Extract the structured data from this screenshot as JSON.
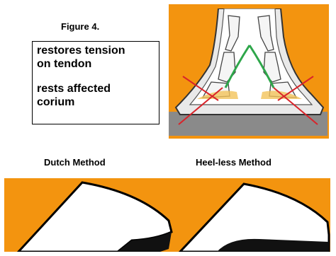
{
  "figure_title": "Figure 4.",
  "text_box": {
    "line1": "restores tension",
    "line2": "on tendon",
    "line3": "rests affected",
    "line4": "corium"
  },
  "methods": {
    "left": "Dutch Method",
    "right": "Heel-less Method"
  },
  "colors": {
    "background_orange": "#f3940f",
    "hoof_white": "#ffffff",
    "tendon_green": "#2ea64a",
    "force_red": "#d9232a",
    "ground_gray": "#8a8a8a"
  }
}
